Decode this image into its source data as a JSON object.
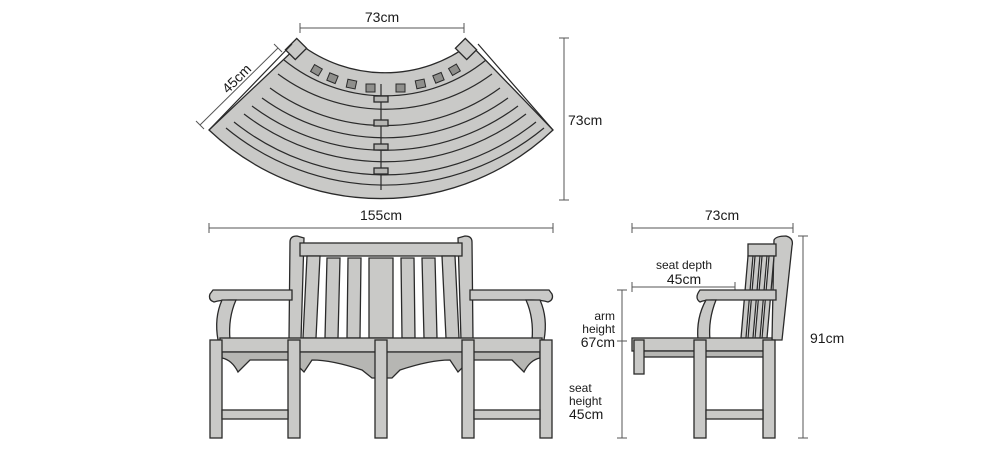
{
  "labels": {
    "top_inner_width": "73cm",
    "top_depth": "73cm",
    "top_side": "45cm",
    "front_width": "155cm",
    "side_width": "73cm",
    "seat_depth_line1": "seat depth",
    "seat_depth_line2": "45cm",
    "arm_line1": "arm",
    "arm_line2": "height",
    "arm_line3": "67cm",
    "seat_line1": "seat",
    "seat_line2": "height",
    "seat_line3": "45cm",
    "total_height": "91cm"
  },
  "colors": {
    "wood": "#c9c9c7",
    "wood_dark": "#b6b6b3",
    "outline": "#2a2a2a",
    "dimension": "#555555"
  }
}
